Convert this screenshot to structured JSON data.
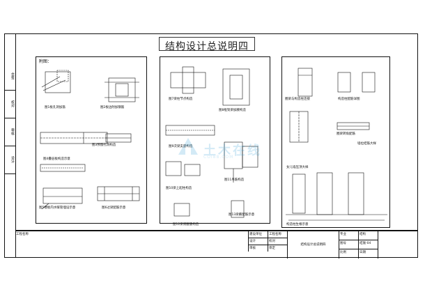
{
  "title": "结构设计总说明四",
  "attach_label": "附图：",
  "left_panel_labels": [
    "图1板孔洞加筋",
    "图2板边附加钢筋",
    "图3预留孔洞构造",
    "图4叠层板构造示意",
    "图5楼板内水暖管埋设示意",
    "图6过梁配筋示意"
  ],
  "mid_panel_labels": [
    "图7梁柱节点构造",
    "图8框架梁加腋构造",
    "图9次梁支座构造",
    "图10梁上起柱构造",
    "图11吊筋构造",
    "图12梁侧腰筋构造",
    "图13梁腋配筋示意"
  ],
  "right_panel_labels": [
    "圈梁与构造柱连接",
    "构造柱配筋详图",
    "圈梁转角配筋",
    "墙拉结筋大样",
    "女儿墙压顶大样",
    "构造柱生根示意"
  ],
  "binding_labels": [
    "会签",
    "校对",
    "审核",
    "设计"
  ],
  "titleblock": {
    "project_label": "工程名称",
    "drawing_name": "结构设计总说明四",
    "cells": [
      "建设单位",
      "工程名称",
      "设计",
      "校对",
      "审核",
      "审定",
      "专业",
      "图号",
      "比例",
      "日期",
      "结构",
      "结施-04"
    ]
  },
  "watermark": {
    "text": "土木在线",
    "sub": "COI88.COM"
  }
}
